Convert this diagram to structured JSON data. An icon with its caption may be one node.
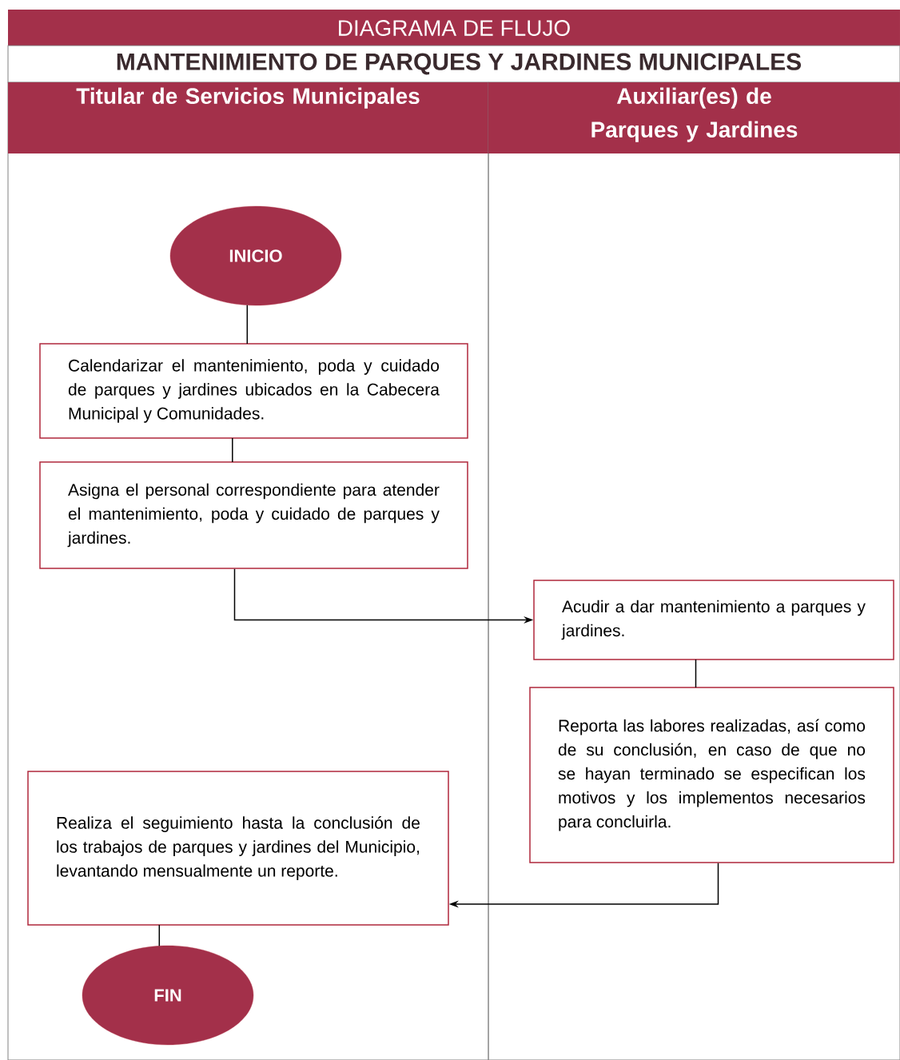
{
  "diagram": {
    "title": "DIAGRAMA DE FLUJO",
    "nodes": [
      {
        "text": [
          "Titular de Servicios Municipales"
        ]
      },
      {
        "text": [
          "Auxiliar(es) de Parques y Jardines"
        ]
      },
      {
        "text": [
          "INICIO"
        ],
        "in": 0
      },
      {
        "text": [
          "Calendarizar el mantenimiento, poda y cuidado de parques y jardines ubicados en la Cabecera Municipal y Comunidades."
        ],
        "in": 0
      },
      {
        "text": [
          "Asigna el personal correspondiente para atender el mantenimiento, poda y cuidado de parques y jardines."
        ],
        "in": 0
      },
      {
        "text": [
          "Acudir a dar mantenimiento a parques y jardines."
        ],
        "in": 1
      },
      {
        "text": [
          "Reporta las labores realizadas, así como de su conclusión, en caso de que no se hayan terminado se especifican los motivos y los implementos necesarios para concluirla."
        ],
        "in": 1
      },
      {
        "text": [
          "Realiza el seguimiento hasta la conclusión de los trabajos de parques y jardines del Municipio, levantando mensualmente un reporte."
        ],
        "in": 0
      },
      {
        "text": [
          "FIN"
        ],
        "in": 0
      }
    ],
    "edges": [
      {
        "from": 2,
        "to": 3,
        "arrow": "none"
      },
      {
        "from": 3,
        "to": 4,
        "arrow": "none"
      },
      {
        "from": 4,
        "to": 5,
        "arrow": "to"
      },
      {
        "from": 5,
        "to": 6,
        "arrow": "none"
      },
      {
        "from": 6,
        "to": 7,
        "arrow": "to"
      },
      {
        "from": 7,
        "to": 8,
        "arrow": "none"
      }
    ],
    "labels": [
      "MANTENIMIENTO DE PARQUES Y JARDINES MUNICIPALES"
    ]
  }
}
